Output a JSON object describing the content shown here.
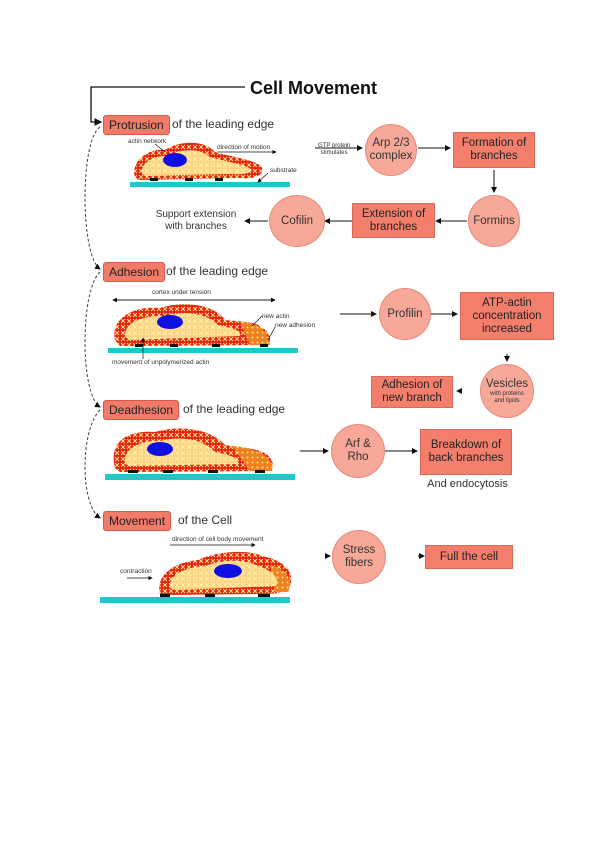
{
  "title": "Cell Movement",
  "stages": [
    {
      "label": "Protrusion",
      "suffix": "of the leading edge"
    },
    {
      "label": "Adhesion",
      "suffix": "of the leading edge"
    },
    {
      "label": "Deadhesion",
      "suffix": "of the leading edge"
    },
    {
      "label": "Movement",
      "suffix": "of the Cell"
    }
  ],
  "protrusion": {
    "cell_labels": {
      "actin_network": "actin network",
      "direction": "direction of motion",
      "substrate": "substrate"
    },
    "gtp_label": "GTP protein\nstimulates",
    "nodes": {
      "arp": "Arp 2/3\ncomplex",
      "formation": "Formation of\nbranches",
      "formins": "Formins",
      "extension": "Extension of\nbranches",
      "cofilin": "Cofilin",
      "support": "Support extension\nwith branches"
    }
  },
  "adhesion": {
    "cell_labels": {
      "cortex": "cortex under tension",
      "new_actin": "new actin",
      "new_adhesion": "new adhesion",
      "unpolymerized": "movement of unpolymerized actin"
    },
    "nodes": {
      "profilin": "Profilin",
      "atp": "ATP-actin\nconcentration\nincreased",
      "vesicles_main": "Vesicles",
      "vesicles_sub": "with proteins\nand lipids",
      "adhesion_branch": "Adhesion of\nnew branch"
    }
  },
  "deadhesion": {
    "nodes": {
      "arf": "Arf &\nRho",
      "breakdown": "Breakdown of\nback branches",
      "endocytosis": "And endocytosis"
    }
  },
  "movement": {
    "cell_labels": {
      "direction": "direction of cell body movement",
      "contraction": "contraction"
    },
    "nodes": {
      "stress": "Stress\nfibers",
      "pull": "Full the cell"
    }
  },
  "colors": {
    "stage": "#f27a68",
    "circle": "#f7a898",
    "rect": "#f47e6c",
    "substrate": "#1fc8c8",
    "cell_outer": "#e82010",
    "cell_inner": "#fff3a0",
    "nucleus": "#1010e0"
  }
}
